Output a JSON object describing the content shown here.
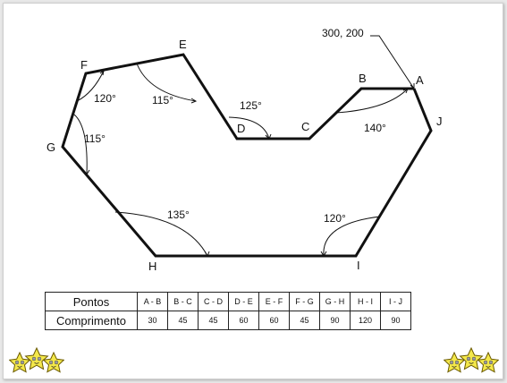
{
  "callout": {
    "text": "300, 200"
  },
  "vertices": [
    {
      "id": "A",
      "label": "A"
    },
    {
      "id": "B",
      "label": "B"
    },
    {
      "id": "C",
      "label": "C"
    },
    {
      "id": "D",
      "label": "D"
    },
    {
      "id": "E",
      "label": "E"
    },
    {
      "id": "F",
      "label": "F"
    },
    {
      "id": "G",
      "label": "G"
    },
    {
      "id": "H",
      "label": "H"
    },
    {
      "id": "I",
      "label": "I"
    },
    {
      "id": "J",
      "label": "J"
    }
  ],
  "angles": [
    {
      "at": "F",
      "label": "120°"
    },
    {
      "at": "E",
      "label": "115°"
    },
    {
      "at": "G",
      "label": "115°"
    },
    {
      "at": "D",
      "label": "125°"
    },
    {
      "at": "B",
      "label": "140°"
    },
    {
      "at": "H",
      "label": "135°"
    },
    {
      "at": "I",
      "label": "120°"
    }
  ],
  "table": {
    "header_label": "Pontos",
    "value_label": "Comprimento",
    "segments": [
      "A - B",
      "B - C",
      "C - D",
      "D - E",
      "E - F",
      "F - G",
      "G - H",
      "H - I",
      "I - J"
    ],
    "lengths": [
      "30",
      "45",
      "45",
      "60",
      "60",
      "45",
      "90",
      "120",
      "90"
    ]
  },
  "colors": {
    "star_fill": "#f4e84a",
    "star_stroke": "#6b5a00",
    "line": "#111111"
  },
  "icons": [
    "star-mascot-icon"
  ]
}
